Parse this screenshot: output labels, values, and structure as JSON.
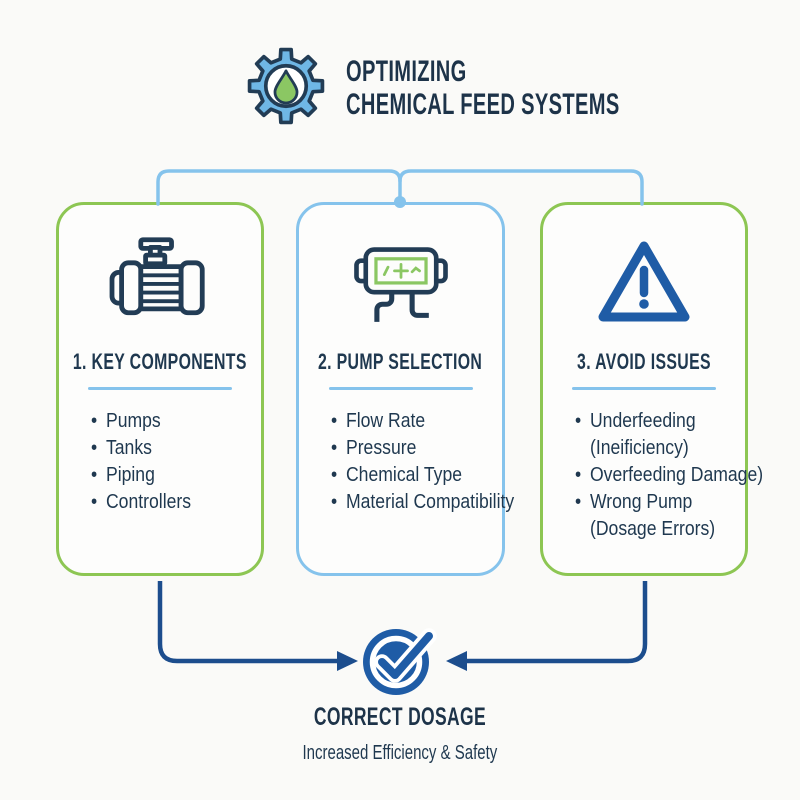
{
  "header": {
    "title_line1": "OPTIMIZING",
    "title_line2": "CHEMICAL FEED SYSTEMS",
    "icon": "gear-droplet-icon"
  },
  "cards": [
    {
      "title": "1. KEY COMPONENTS",
      "icon": "pump-icon",
      "accent_color": "#8dc653",
      "items": [
        "Pumps",
        "Tanks",
        "Piping",
        "Controllers"
      ]
    },
    {
      "title": "2. PUMP SELECTION",
      "icon": "metering-pump-icon",
      "accent_color": "#85c3ec",
      "items": [
        "Flow Rate",
        "Pressure",
        "Chemical Type",
        "Material Compatibility"
      ]
    },
    {
      "title": "3. AVOID ISSUES",
      "icon": "warning-triangle-icon",
      "accent_color": "#8dc653",
      "items": [
        "Underfeeding\n(Ineificiency)",
        "Overfeeding Damage)",
        "Wrong Pump\n(Dosage Errors)"
      ]
    }
  ],
  "result": {
    "icon": "check-circle-icon",
    "title": "CORRECT DOSAGE",
    "subtitle": "Increased Efficiency & Safety"
  },
  "colors": {
    "navy_text": "#1f384f",
    "icon_outline": "#223c55",
    "light_blue": "#85c3ec",
    "green": "#8dc653",
    "droplet_green": "#8bc763",
    "medium_blue": "#1f5ca6",
    "arrow_blue": "#1c4d8d",
    "background": "#fafaf8"
  }
}
